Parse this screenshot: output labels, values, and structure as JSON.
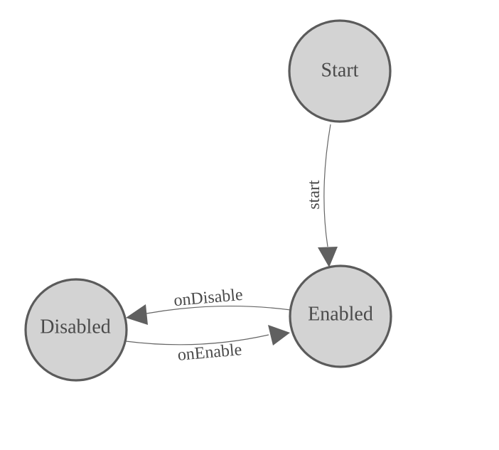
{
  "diagram": {
    "type": "state-machine",
    "nodes": [
      {
        "id": "start",
        "label": "Start"
      },
      {
        "id": "enabled",
        "label": "Enabled"
      },
      {
        "id": "disabled",
        "label": "Disabled"
      }
    ],
    "edges": [
      {
        "from": "Start",
        "to": "Enabled",
        "label": "start"
      },
      {
        "from": "Enabled",
        "to": "Disabled",
        "label": "onDisable"
      },
      {
        "from": "Disabled",
        "to": "Enabled",
        "label": "onEnable"
      }
    ]
  },
  "colors": {
    "node_fill": "#d3d3d3",
    "node_stroke": "#5b5b5b",
    "edge_stroke": "#666666",
    "arrow_fill": "#606060",
    "label_color": "#4a4a4a"
  }
}
